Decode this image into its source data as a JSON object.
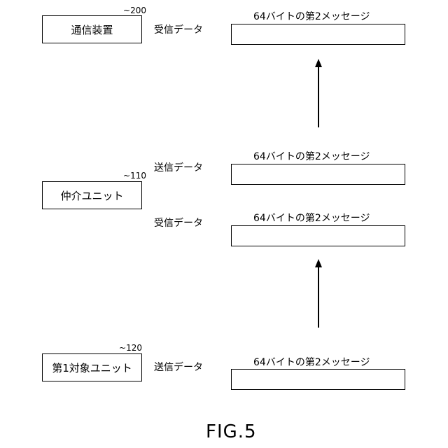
{
  "units": {
    "comm": {
      "label": "通信装置",
      "ref": "200"
    },
    "mediator": {
      "label": "仲介ユニット",
      "ref": "110"
    },
    "target": {
      "label": "第1対象ユニット",
      "ref": "120"
    }
  },
  "messages": {
    "comm_recv": {
      "direction": "受信データ",
      "content": "64バイトの第2メッセージ"
    },
    "mediator_send": {
      "direction": "送信データ",
      "content": "64バイトの第2メッセージ"
    },
    "mediator_recv": {
      "direction": "受信データ",
      "content": "64バイトの第2メッセージ"
    },
    "target_send": {
      "direction": "送信データ",
      "content": "64バイトの第2メッセージ"
    }
  },
  "figure_label": "FIG.5"
}
